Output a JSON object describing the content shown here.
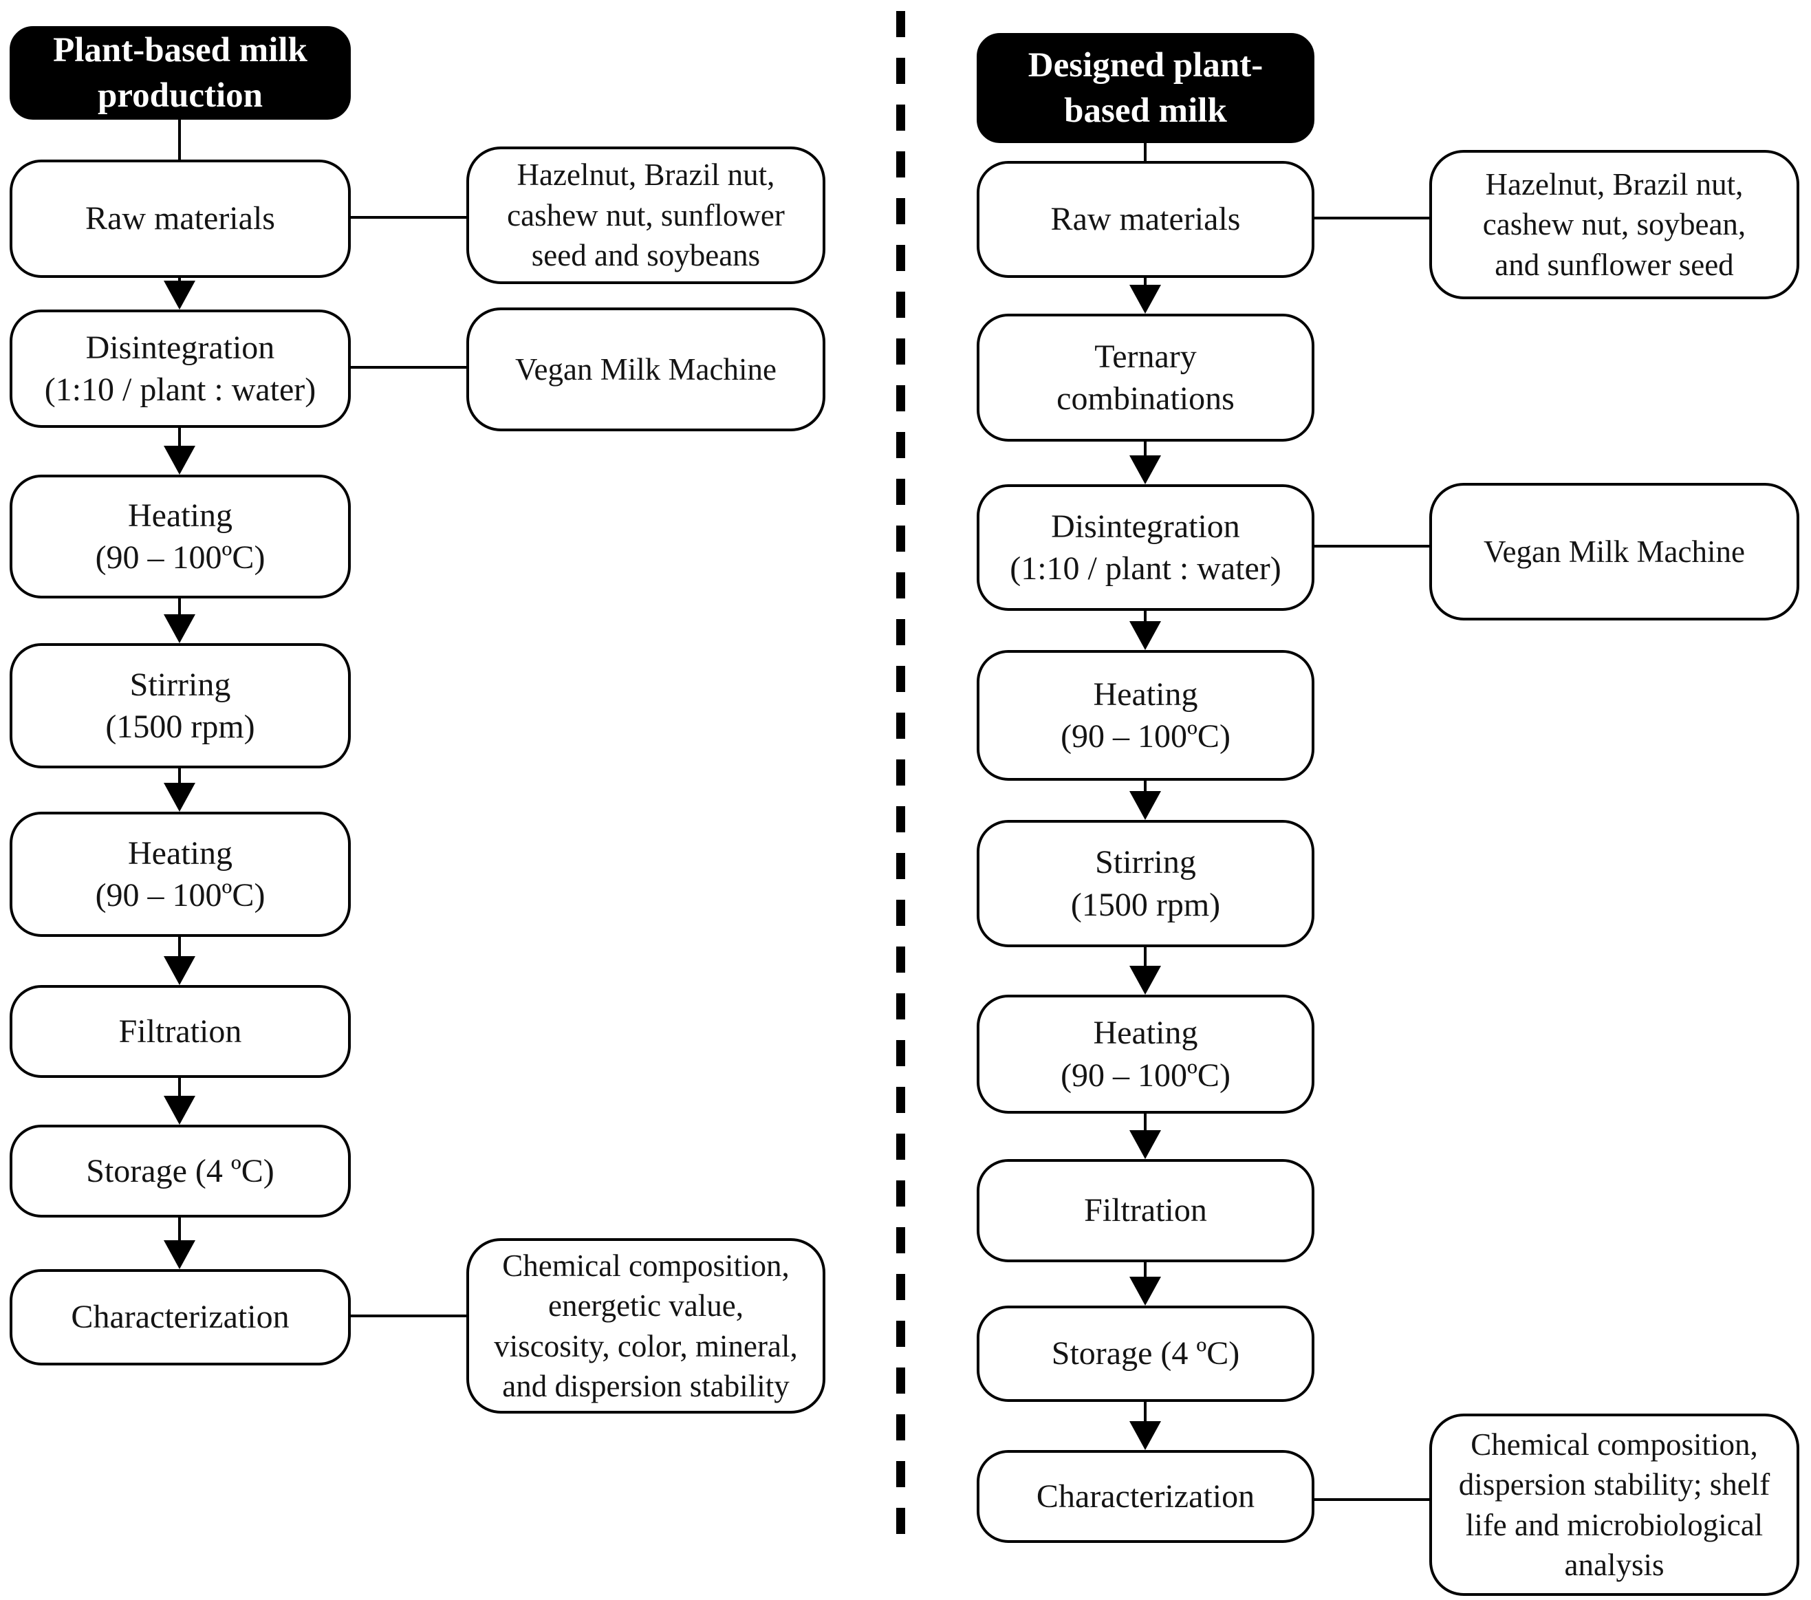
{
  "diagram": {
    "background": "#ffffff",
    "border_color": "#000000",
    "text_color": "#141414",
    "header_bg": "#000000",
    "header_text_color": "#ffffff"
  },
  "left_flow": {
    "header": [
      "Plant-based milk",
      "production"
    ],
    "steps": {
      "raw": [
        "Raw materials"
      ],
      "disintegration": [
        "Disintegration",
        "(1:10 / plant : water)"
      ],
      "heating1": [
        "Heating",
        "(90 – 100ºC)"
      ],
      "stirring": [
        "Stirring",
        "(1500 rpm)"
      ],
      "heating2": [
        "Heating",
        "(90 – 100ºC)"
      ],
      "filtration": [
        "Filtration"
      ],
      "storage": [
        "Storage  (4 ºC)"
      ],
      "characterization": [
        "Characterization"
      ]
    },
    "notes": {
      "raw_note": [
        "Hazelnut, Brazil nut,",
        "cashew nut, sunflower",
        "seed and soybeans"
      ],
      "machine_note": [
        "Vegan Milk Machine"
      ],
      "characterization_note": [
        "Chemical composition,",
        "energetic value,",
        "viscosity, color, mineral,",
        "and dispersion stability"
      ]
    }
  },
  "right_flow": {
    "header": [
      "Designed plant-",
      "based milk"
    ],
    "steps": {
      "raw": [
        "Raw materials"
      ],
      "ternary": [
        "Ternary",
        "combinations"
      ],
      "disintegration": [
        "Disintegration",
        "(1:10 / plant : water)"
      ],
      "heating1": [
        "Heating",
        "(90 – 100ºC)"
      ],
      "stirring": [
        "Stirring",
        "(1500 rpm)"
      ],
      "heating2": [
        "Heating",
        "(90 – 100ºC)"
      ],
      "filtration": [
        "Filtration"
      ],
      "storage": [
        "Storage  (4 ºC)"
      ],
      "characterization": [
        "Characterization"
      ]
    },
    "notes": {
      "raw_note": [
        "Hazelnut, Brazil nut,",
        "cashew nut, soybean,",
        "and sunflower seed"
      ],
      "machine_note": [
        "Vegan Milk Machine"
      ],
      "characterization_note": [
        "Chemical composition,",
        "dispersion stability; shelf",
        "life and microbiological",
        "analysis"
      ]
    }
  }
}
